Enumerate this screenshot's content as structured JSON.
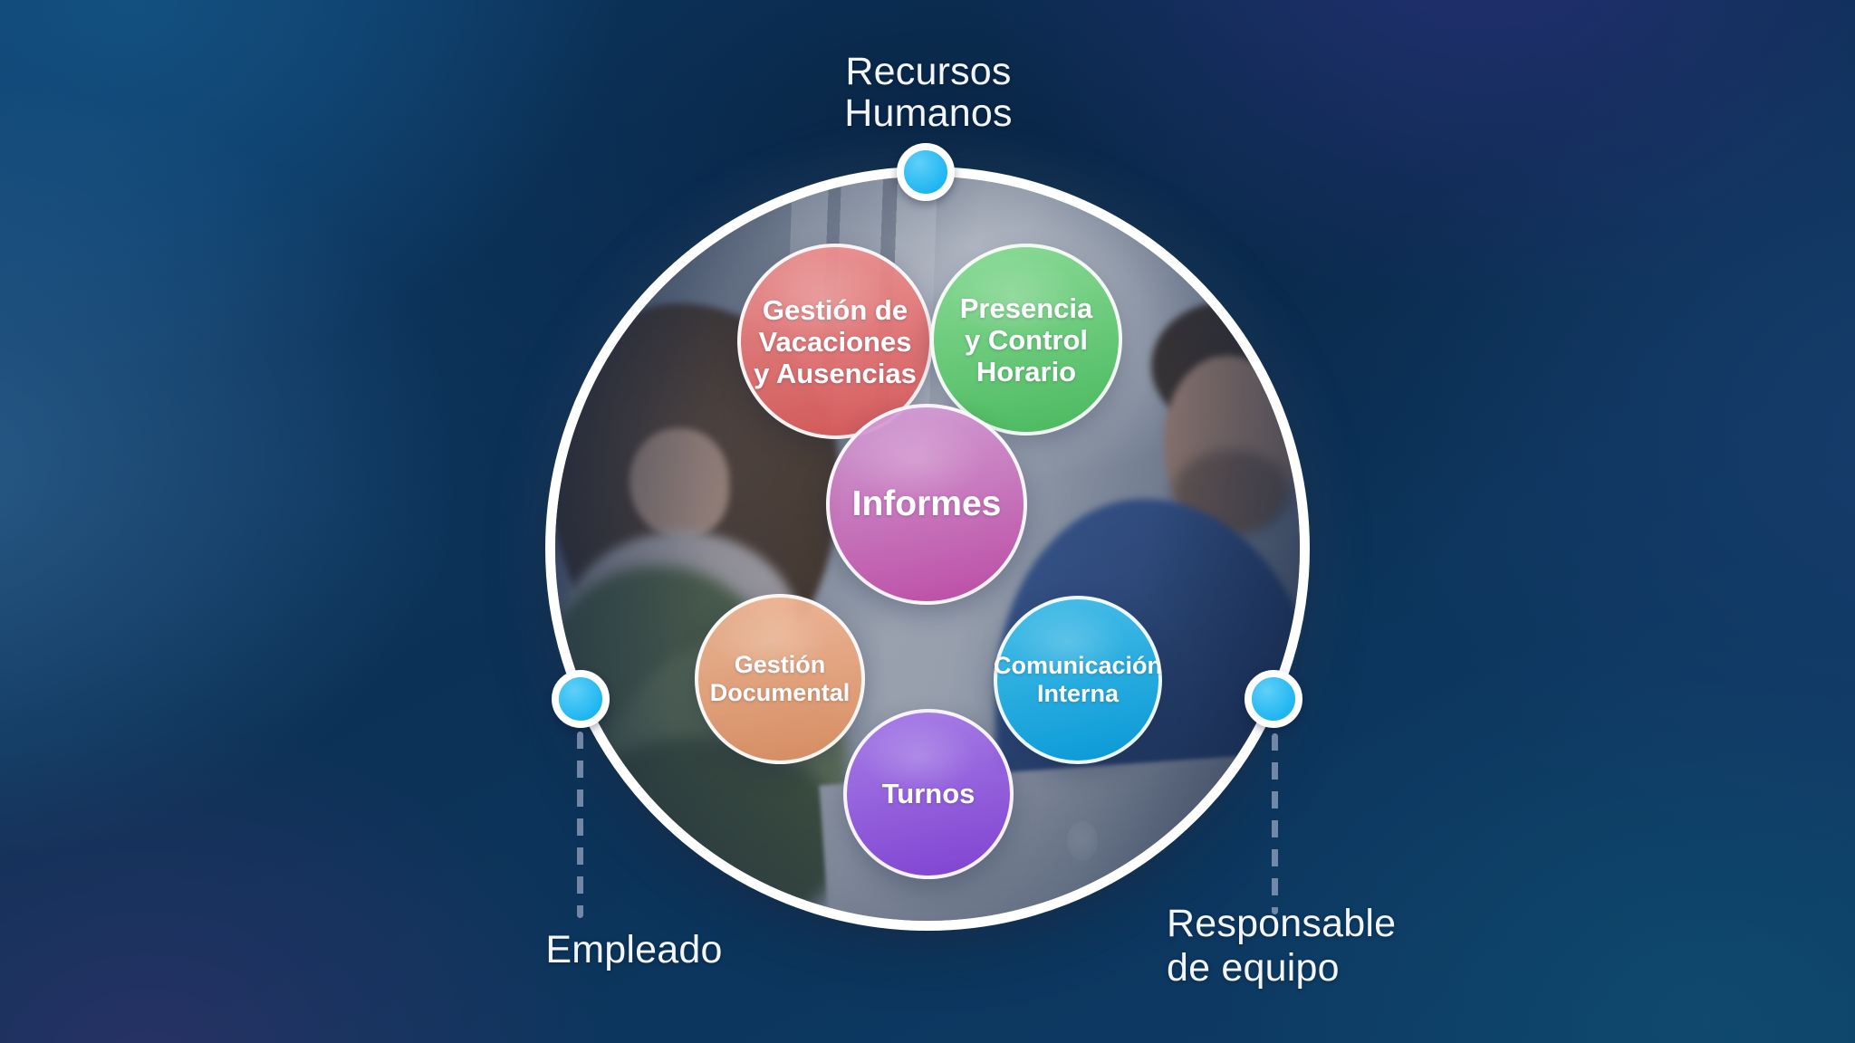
{
  "roles": {
    "top": {
      "id": "recursos-humanos",
      "lines": [
        "Recursos",
        "Humanos"
      ]
    },
    "left": {
      "id": "empleado",
      "lines": [
        "Empleado"
      ]
    },
    "right": {
      "id": "responsable-equipo",
      "lines": [
        "Responsable",
        "de equipo"
      ]
    }
  },
  "bubbles": [
    {
      "id": "gestion-vacaciones",
      "label": "Gestión de Vacaciones y Ausencias",
      "lines": [
        "Gestión de",
        "Vacaciones",
        "y Ausencias"
      ],
      "color_top": "#ee9090",
      "color_bottom": "#d85c5c"
    },
    {
      "id": "presencia-control",
      "label": "Presencia y Control Horario",
      "lines": [
        "Presencia",
        "y Control",
        "Horario"
      ],
      "color_top": "#83da8f",
      "color_bottom": "#4bbd5f"
    },
    {
      "id": "informes",
      "label": "Informes",
      "lines": [
        "Informes"
      ],
      "color_top": "#d49ad4",
      "color_bottom": "#bf4fa7"
    },
    {
      "id": "gestion-documental",
      "label": "Gestión Documental",
      "lines": [
        "Gestión",
        "Documental"
      ],
      "color_top": "#f2b795",
      "color_bottom": "#dc9166"
    },
    {
      "id": "comunicacion-interna",
      "label": "Comunicación Interna",
      "lines": [
        "Comunicación",
        "Interna"
      ],
      "color_top": "#45c4ee",
      "color_bottom": "#0da0dc"
    },
    {
      "id": "turnos",
      "label": "Turnos",
      "lines": [
        "Turnos"
      ],
      "color_top": "#a678ea",
      "color_bottom": "#8345d5"
    }
  ],
  "colors": {
    "connector_dot": "#1fb5f1",
    "connector_dot_highlight": "#5fd0f8",
    "dashed_line": "#8496b4",
    "circle_ring": "#ffffff",
    "label_text": "#f2f5f9",
    "bubble_text": "#ffffff"
  }
}
